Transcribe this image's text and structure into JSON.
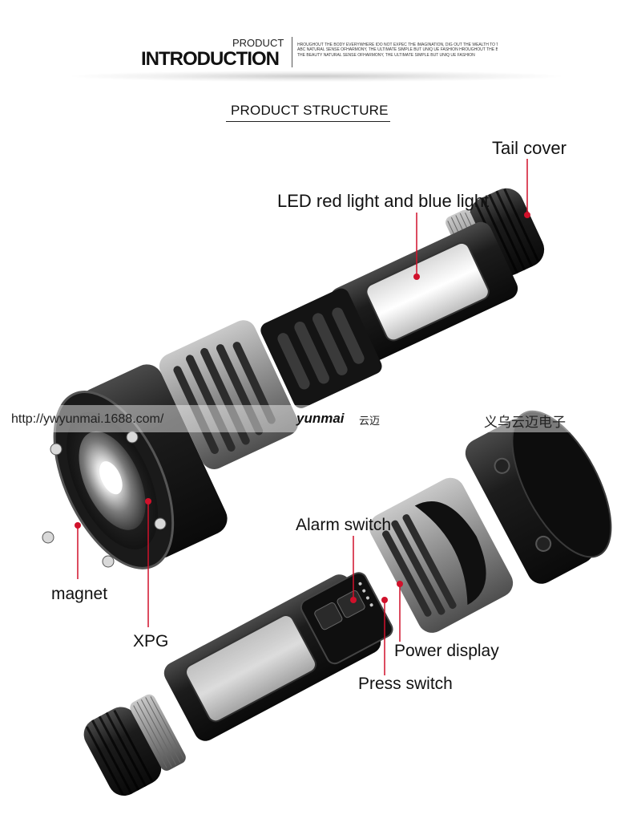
{
  "header": {
    "title_small": "PRODUCT",
    "title_big": "INTRODUCTION",
    "description_lines": [
      "HROUGHOUT THE BODY EVERYWHERE IDO NOT EXPEC THE IMAGINATION, DIG OUT THE WEALTH TO THE BEAUTY NATURAL",
      "ABC NATURAL SENSE OFHARMONY, THE ULTIMATE SIMPLE BUT UNIQ UE FASHION HROUGHOUT THE BODY",
      "THE BEAUTY NATURAL SENSE OFHARMONY, THE ULTIMATE SIMPLE BUT UNIQ UE FASHION"
    ]
  },
  "section_title": "PRODUCT STRUCTURE",
  "labels": {
    "tail_cover": "Tail cover",
    "led_light": "LED red light and blue light",
    "magnet": "magnet",
    "xpg": "XPG",
    "alarm_switch": "Alarm switch",
    "power_display": "Power display",
    "press_switch": "Press switch"
  },
  "watermark": {
    "url": "http://ywyunmai.1688.com/",
    "brand": "yunmai",
    "brand_cn": "云迈",
    "company_cn": "义乌云迈电子"
  },
  "colors": {
    "pointer_red": "#d0112b",
    "body_black": "#1a1a1a",
    "body_gray": "#8e8e8e"
  }
}
